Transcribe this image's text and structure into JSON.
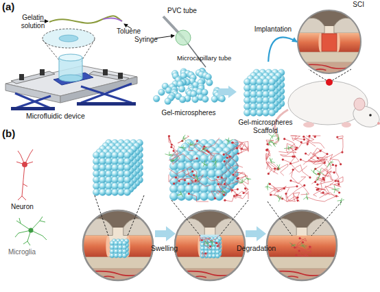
{
  "diagram": {
    "nodes": [
      {
        "text": [
          "Gel-microspheres"
        ]
      },
      {
        "text": [
          "Gel-microspheres Scaffold"
        ]
      },
      {
        "text": [
          "SCI"
        ]
      }
    ],
    "edges": [
      {
        "from": 0,
        "to": 1,
        "arrow": "to"
      },
      {
        "from": 1,
        "to": 2,
        "arrow": "to",
        "label": "Implantation"
      }
    ],
    "labels": [
      "(a)",
      "Gelatin solution",
      "Toluene",
      "PVC tube",
      "Syringe",
      "Microcapillary tube",
      "Microfluidic device",
      "(b)",
      "Neuron",
      "Microglia",
      "Swelling",
      "Degradation"
    ]
  }
}
